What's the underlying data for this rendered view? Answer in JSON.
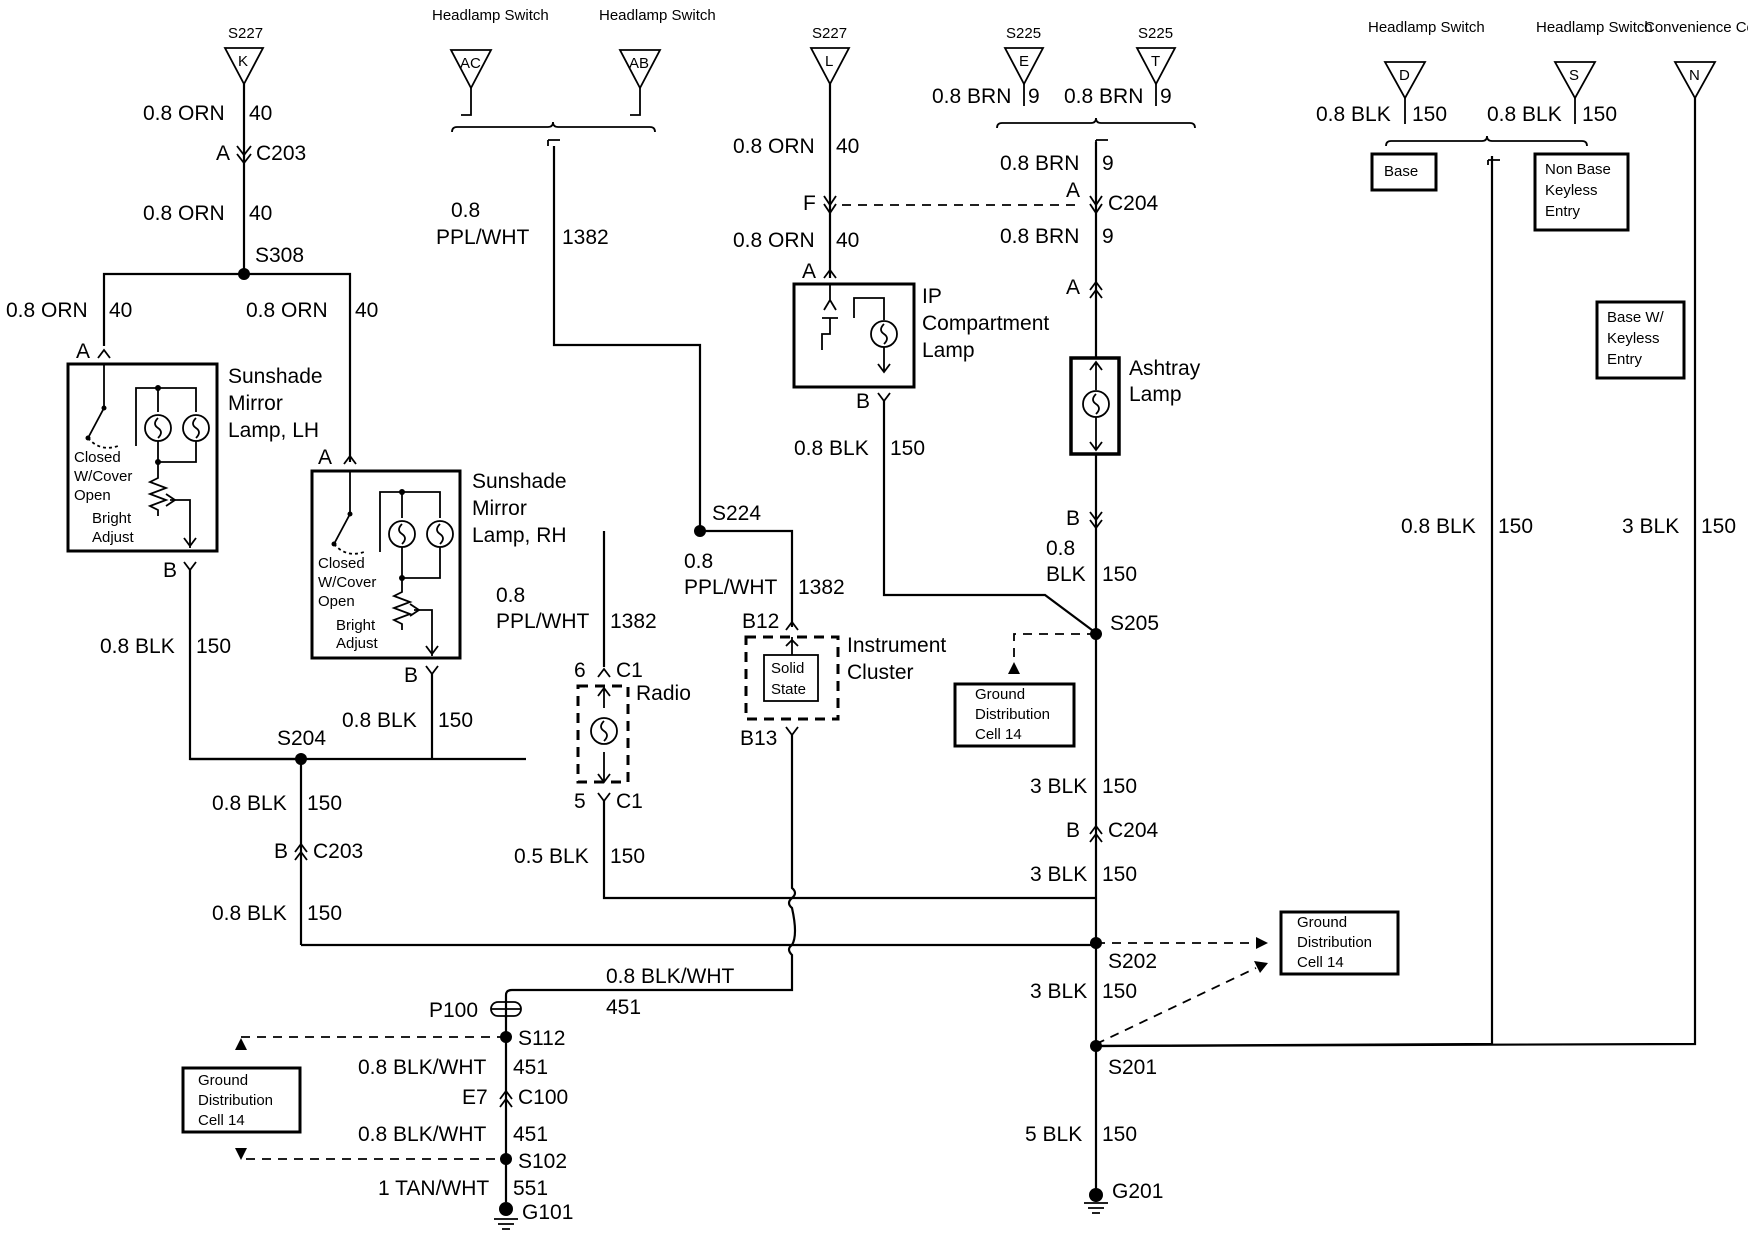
{
  "top_terminals": {
    "s227_k": {
      "name": "S227",
      "pin": "K"
    },
    "hs_ac": {
      "name": "Headlamp Switch",
      "pin": "AC"
    },
    "hs_ab": {
      "name": "Headlamp Switch",
      "pin": "AB"
    },
    "s227_l": {
      "name": "S227",
      "pin": "L"
    },
    "s225_e": {
      "name": "S225",
      "pin": "E"
    },
    "s225_t": {
      "name": "S225",
      "pin": "T"
    },
    "hs_d": {
      "name": "Headlamp Switch",
      "pin": "D"
    },
    "hs_s": {
      "name": "Headlamp Switch",
      "pin": "S"
    },
    "cc_n": {
      "name": "Convenience Center",
      "pin": "N"
    }
  },
  "wires": {
    "orn": "0.8 ORN",
    "orn_num": "40",
    "brn": "0.8 BRN",
    "brn_num": "9",
    "ppl": "0.8",
    "ppl2": "PPL/WHT",
    "ppl_num": "1382",
    "blk08": "0.8 BLK",
    "blk08_split": "0.8",
    "blk08_split2": "BLK",
    "blk_num": "150",
    "blk3": "3 BLK",
    "blk5": "5 BLK",
    "blk05": "0.5 BLK",
    "blkwht": "0.8 BLK/WHT",
    "blkwht_num": "451",
    "tanwht": "1 TAN/WHT",
    "tanwht_num": "551"
  },
  "connectors": {
    "c203": "C203",
    "c204": "C204",
    "c100": "C100",
    "c1": "C1",
    "p100": "P100",
    "pin_a": "A",
    "pin_b": "B",
    "pin_f": "F",
    "pin_6": "6",
    "pin_5": "5",
    "pin_b12": "B12",
    "pin_b13": "B13",
    "pin_e7": "E7"
  },
  "splices": {
    "s308": "S308",
    "s224": "S224",
    "s205": "S205",
    "s204": "S204",
    "s202": "S202",
    "s201": "S201",
    "s112": "S112",
    "s102": "S102"
  },
  "grounds": {
    "g201": "G201",
    "g101": "G101"
  },
  "components": {
    "mirror_lh": [
      "Sunshade",
      "Mirror",
      "Lamp, LH"
    ],
    "mirror_rh": [
      "Sunshade",
      "Mirror",
      "Lamp, RH"
    ],
    "switch_labels": [
      "Closed",
      "W/Cover",
      "Open"
    ],
    "bright_adjust": [
      "Bright",
      "Adjust"
    ],
    "ip_lamp": [
      "IP",
      "Compartment",
      "Lamp"
    ],
    "ashtray_lamp": [
      "Ashtray",
      "Lamp"
    ],
    "radio": "Radio",
    "cluster": [
      "Instrument",
      "Cluster"
    ],
    "solid_state": [
      "Solid",
      "State"
    ]
  },
  "notes": {
    "gdc14": [
      "Ground",
      "Distribution",
      "Cell 14"
    ],
    "base": "Base",
    "nonbase": [
      "Non Base",
      "Keyless",
      "Entry"
    ],
    "basew": [
      "Base W/",
      "Keyless",
      "Entry"
    ]
  }
}
